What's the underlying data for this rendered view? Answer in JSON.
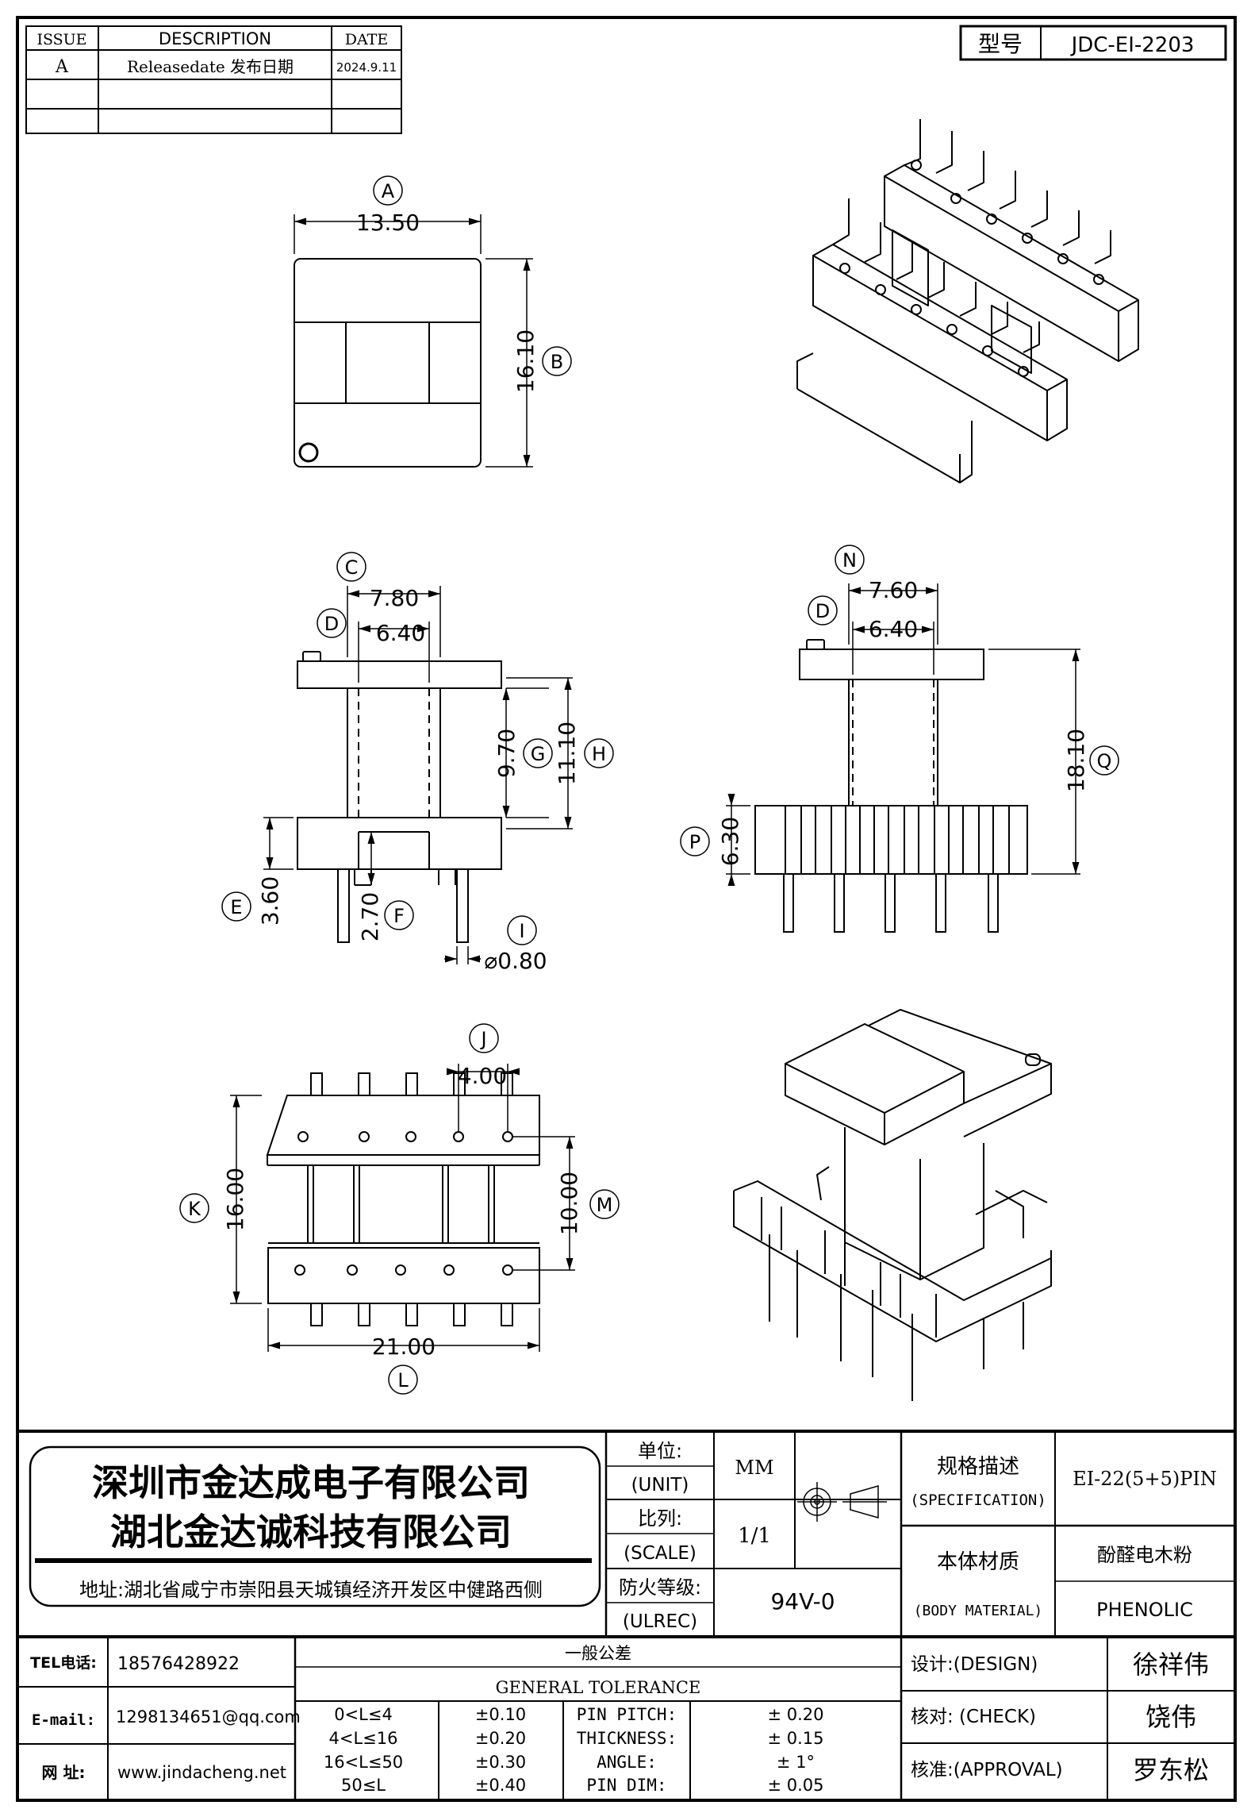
{
  "revision_table": {
    "headers": [
      "ISSUE",
      "DESCRIPTION",
      "DATE"
    ],
    "rows": [
      {
        "issue": "A",
        "description": "Releasedate 发布日期",
        "date": "2024.9.11"
      },
      {
        "issue": "",
        "description": "",
        "date": ""
      },
      {
        "issue": "",
        "description": "",
        "date": ""
      }
    ]
  },
  "model": {
    "label": "型号",
    "value": "JDC-EI-2203"
  },
  "views": {
    "top": {
      "A_label": "A",
      "A_value": "13.50",
      "B_label": "B",
      "B_value": "16.10"
    },
    "front": {
      "C_label": "C",
      "C_value": "7.80",
      "D_label": "D",
      "D_value": "6.40",
      "G_label": "G",
      "G_value": "9.70",
      "H_label": "H",
      "H_value": "11.10",
      "E_label": "E",
      "E_value": "3.60",
      "F_label": "F",
      "F_value": "2.70",
      "I_label": "I",
      "I_value": "⌀0.80"
    },
    "side": {
      "N_label": "N",
      "N_value": "7.60",
      "D_label": "D",
      "D_value": "6.40",
      "Q_label": "Q",
      "Q_value": "18.10",
      "P_label": "P",
      "P_value": "6.30"
    },
    "bottom": {
      "J_label": "J",
      "J_value": "4.00",
      "K_label": "K",
      "K_value": "16.00",
      "M_label": "M",
      "M_value": "10.00",
      "L_label": "L",
      "L_value": "21.00"
    }
  },
  "company": {
    "name_1": "深圳市金达成电子有限公司",
    "name_2": "湖北金达诚科技有限公司",
    "address": "地址:湖北省咸宁市崇阳县天城镇经济开发区中健路西侧"
  },
  "specs": {
    "unit_cn": "单位:",
    "unit_en": "(UNIT)",
    "unit_value": "MM",
    "scale_cn": "比列:",
    "scale_en": "(SCALE)",
    "scale_value": "1/1",
    "ul_cn": "防火等级:",
    "ul_en": "(ULREC)",
    "ul_value": "94V-0",
    "spec_cn": "规格描述",
    "spec_en": "(SPECIFICATION)",
    "spec_value": "EI-22(5+5)PIN",
    "material_cn": "本体材质",
    "material_en": "(BODY MATERIAL)",
    "material_value_cn": "酚醛电木粉",
    "material_value_en": "PHENOLIC"
  },
  "contact": {
    "tel_label": "TEL电话:",
    "tel": "18576428922",
    "email_label": "E-mail:",
    "email": "1298134651@qq.com",
    "web_label": "网  址:",
    "web": "www.jindacheng.net"
  },
  "tolerance": {
    "title_cn": "一般公差",
    "title_en": "GENERAL TOLERANCE",
    "ranges": [
      {
        "range": "0<L≤4",
        "tol": "±0.10"
      },
      {
        "range": "4<L≤16",
        "tol": "±0.20"
      },
      {
        "range": "16<L≤50",
        "tol": "±0.30"
      },
      {
        "range": "50≤L",
        "tol": "±0.40"
      }
    ],
    "items": [
      {
        "name": "PIN PITCH:",
        "tol": "±  0.20"
      },
      {
        "name": "THICKNESS:",
        "tol": "±  0.15"
      },
      {
        "name": "ANGLE:",
        "tol": "±  1°"
      },
      {
        "name": "PIN DIM:",
        "tol": "±  0.05"
      }
    ]
  },
  "approval": {
    "design_label": "设计:(DESIGN)",
    "design_name": "徐祥伟",
    "check_label": "核对: (CHECK)",
    "check_name": "饶伟",
    "approval_label": "核准:(APPROVAL)",
    "approval_name": "罗东松"
  }
}
